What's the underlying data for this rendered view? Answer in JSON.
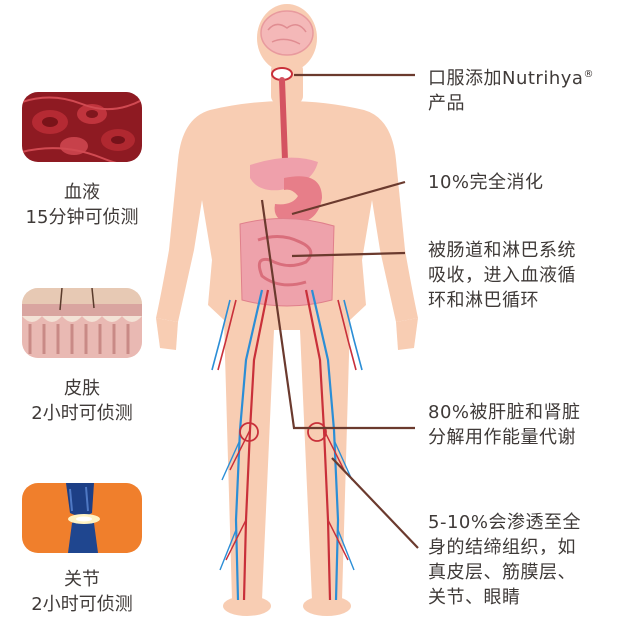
{
  "left_items": [
    {
      "title": "血液",
      "detail": "15分钟可侦测",
      "image": "blood-cells-image"
    },
    {
      "title": "皮肤",
      "detail": "2小时可侦测",
      "image": "skin-cross-section-image"
    },
    {
      "title": "关节",
      "detail": "2小时可侦测",
      "image": "knee-joint-image"
    }
  ],
  "right_items": [
    {
      "line1": "口服添加Nutrihya",
      "mark": "®",
      "line2": "产品"
    },
    {
      "line1": "10%完全消化"
    },
    {
      "line1": "被肠道和淋巴系统",
      "line2": "吸收，进入血液循",
      "line3": "环和淋巴循环"
    },
    {
      "line1": "80%被肝脏和肾脏",
      "line2": "分解用作能量代谢"
    },
    {
      "line1": "5-10%会渗透至全",
      "line2": "身的结缔组织，如",
      "line3": "真皮层、筋膜层、",
      "line4": "关节、眼睛"
    }
  ],
  "colors": {
    "body": "#f8cdb3",
    "organ_pink": "#e77e89",
    "artery": "#c9303a",
    "vein": "#2b8ed6",
    "leader_line": "#6b3a2e",
    "knee_bg": "#f07f2c"
  }
}
